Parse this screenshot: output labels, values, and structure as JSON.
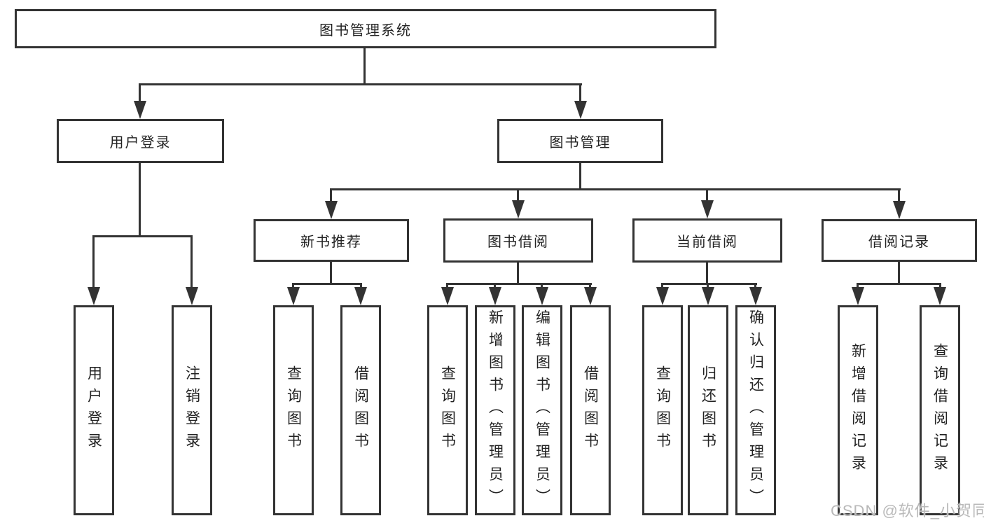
{
  "nodes": {
    "root": "图书管理系统",
    "user_login": "用户登录",
    "book_mgmt": "图书管理",
    "new_book_rec": "新书推荐",
    "book_borrow": "图书借阅",
    "current_borrow": "当前借阅",
    "borrow_records": "借阅记录",
    "user_login_leaf": "用户登录",
    "logout_leaf": "注销登录",
    "rec_query": "查询图书",
    "rec_borrow": "借阅图书",
    "bb_query": "查询图书",
    "bb_add": "新增图书（管理员）",
    "bb_edit": "编辑图书（管理员）",
    "bb_borrow": "借阅图书",
    "cb_query": "查询图书",
    "cb_return": "归还图书",
    "cb_confirm": "确认归还（管理员）",
    "br_add": "新增借阅记录",
    "br_query": "查询借阅记录"
  },
  "watermark": "CSDN @软件_小贺同学",
  "colors": {
    "line": "#333333",
    "text": "#222222",
    "background": "#ffffff",
    "watermark": "#b9b9b9"
  }
}
